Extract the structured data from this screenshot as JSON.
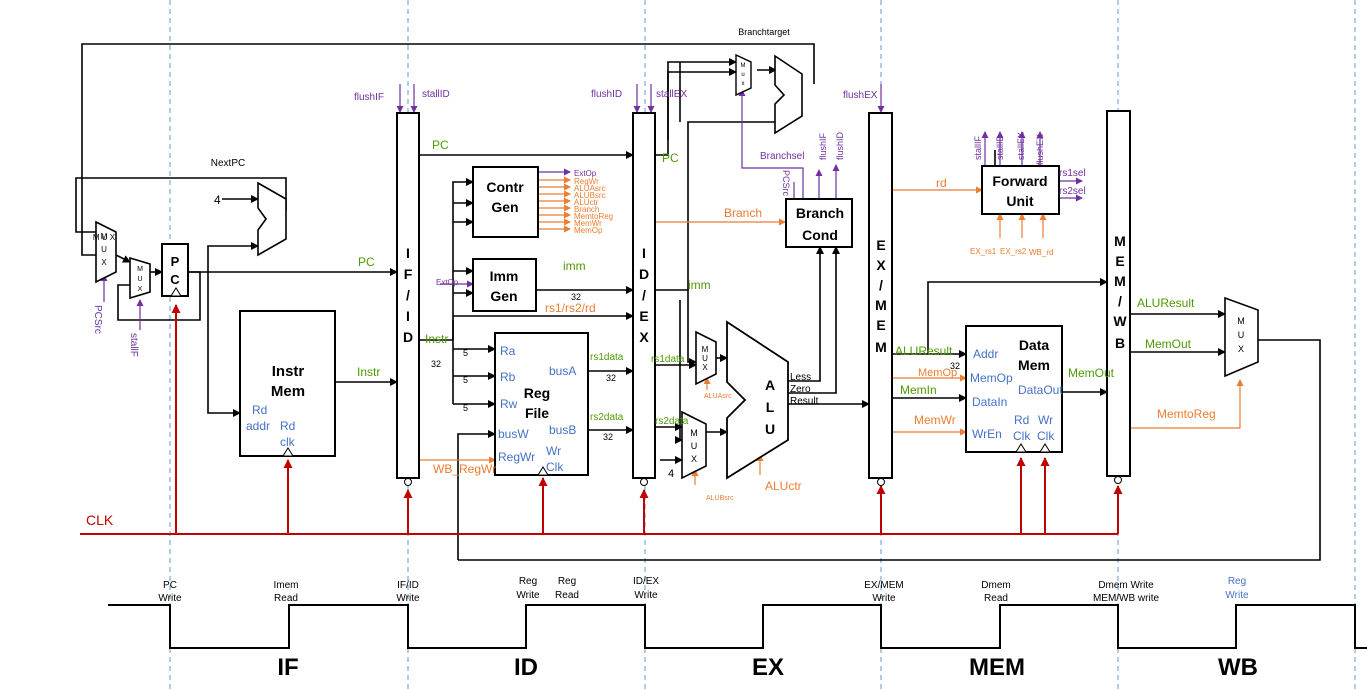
{
  "colors": {
    "black": "#000000",
    "clock_red": "#c00000",
    "purple": "#7030a0",
    "orange": "#ed7d31",
    "green": "#4e9a06",
    "blue": "#4472c4",
    "gray": "#7f7f7f",
    "stage_divider": "#5b9bd5"
  },
  "blocks": {
    "pc": "P\nC",
    "if_id": "I\nF\n/\nI\nD",
    "id_ex": "I\nD\n/\nE\nX",
    "ex_mem": "E\nX\n/\nM\nE\nM",
    "mem_wb": "M\nE\nM\n/\nW\nB",
    "instr_mem_title1": "Instr",
    "instr_mem_title2": "Mem",
    "instr_mem_rd": "Rd",
    "instr_mem_addr": "addr",
    "instr_mem_rd2": "Rd",
    "instr_mem_clk": "clk",
    "contr_gen1": "Contr",
    "contr_gen2": "Gen",
    "imm_gen1": "Imm",
    "imm_gen2": "Gen",
    "reg_file1": "Reg",
    "reg_file2": "File",
    "reg_ra": "Ra",
    "reg_rb": "Rb",
    "reg_rw": "Rw",
    "reg_busa": "busA",
    "reg_busb": "busB",
    "reg_busw": "busW",
    "reg_regwr": "RegWr",
    "reg_wr": "Wr",
    "reg_clk": "Clk",
    "branch_cond1": "Branch",
    "branch_cond2": "Cond",
    "alu_a": "A",
    "alu_l": "L",
    "alu_u": "U",
    "alu_less": "Less",
    "alu_zero": "Zero",
    "alu_result": "Result",
    "forward_unit1": "Forward",
    "forward_unit2": "Unit",
    "data_mem1": "Data",
    "data_mem2": "Mem",
    "dm_addr": "Addr",
    "dm_memop": "MemOp",
    "dm_datain": "DataIn",
    "dm_dataout": "DataOut",
    "dm_wren": "WrEn",
    "dm_rd": "Rd",
    "dm_wr": "Wr",
    "dm_clk1": "Clk",
    "dm_clk2": "Clk",
    "mux": "M\nU\nX",
    "mux_small": "M\nu\nx"
  },
  "labels": {
    "nextpc": "NextPC",
    "four_top": "4",
    "four_alu": "4",
    "branchtarget": "Branchtarget",
    "pcsrc": "PCSrc",
    "stallif_bottom": "stallF",
    "flushif": "flushIF",
    "stallid": "stallID",
    "flushid": "flushID",
    "stallex": "stallEX",
    "flushex": "flushEX",
    "pc_if": "PC",
    "pc_id": "PC",
    "pc_ex": "PC",
    "instr_if": "Instr",
    "instr_id": "Instr",
    "imm": "imm",
    "imm_ex": "imm",
    "rs_label": "rs1/rs2/rd",
    "rs1data": "rs1data",
    "rs2data": "rs2data",
    "rs1data_ex": "rs1data",
    "rs2data_ex": "rs2data",
    "bits5_a": "5",
    "bits5_b": "5",
    "bits5_c": "5",
    "bits32_a": "32",
    "bits32_b": "32",
    "bits32_c": "32",
    "bits32_d": "32",
    "bits32_e": "32",
    "wb_regwr": "WB_RegWr",
    "branch": "Branch",
    "branchsel": "Branchsel",
    "pcsel_v": "PCSrc",
    "flushif_v": "flushIF",
    "flushid_v": "flushID",
    "aluasrc": "ALUAsrc",
    "alubsrc": "ALUBsrc",
    "aluctr": "ALUctr",
    "rd": "rd",
    "rs1sel": "rs1sel",
    "rs2sel": "rs2sel",
    "fwd_stallif": "stallIF",
    "fwd_stallid": "stallID",
    "fwd_stallex": "stallEX",
    "fwd_flushex": "flushEX",
    "ex_rs1": "EX_rs1",
    "ex_rs2": "EX_rs2",
    "wb_rd": "WB_rd",
    "aluresult_mem": "ALUResult",
    "memop": "MemOp",
    "memin": "MemIn",
    "memwr": "MemWr",
    "memout_mem": "MemOut",
    "aluresult_wb": "ALUResult",
    "memout_wb": "MemOut",
    "memtoreg": "MemtoReg",
    "clk": "CLK",
    "extop": "ExtOp"
  },
  "control_signals": [
    "ExtOp",
    "RegWr",
    "ALUAsrc",
    "ALUBsrc",
    "ALUctr",
    "Branch",
    "MemtoReg",
    "MemWr",
    "MemOp"
  ],
  "timing": {
    "pc_write1": "PC",
    "pc_write2": "Write",
    "imem_read1": "Imem",
    "imem_read2": "Read",
    "ifid_write1": "IF/ID",
    "ifid_write2": "Write",
    "reg_write1": "Reg",
    "reg_write2": "Write",
    "reg_read1": "Reg",
    "reg_read2": "Read",
    "idex_write1": "ID/EX",
    "idex_write2": "Write",
    "exmem_write1": "EX/MEM",
    "exmem_write2": "Write",
    "dmem_read1": "Dmem",
    "dmem_read2": "Read",
    "dmem_write1": "Dmem Write",
    "dmem_write2": "MEM/WB write",
    "reg_write_wb1": "Reg",
    "reg_write_wb2": "Write"
  },
  "stages": [
    "IF",
    "ID",
    "EX",
    "MEM",
    "WB"
  ]
}
